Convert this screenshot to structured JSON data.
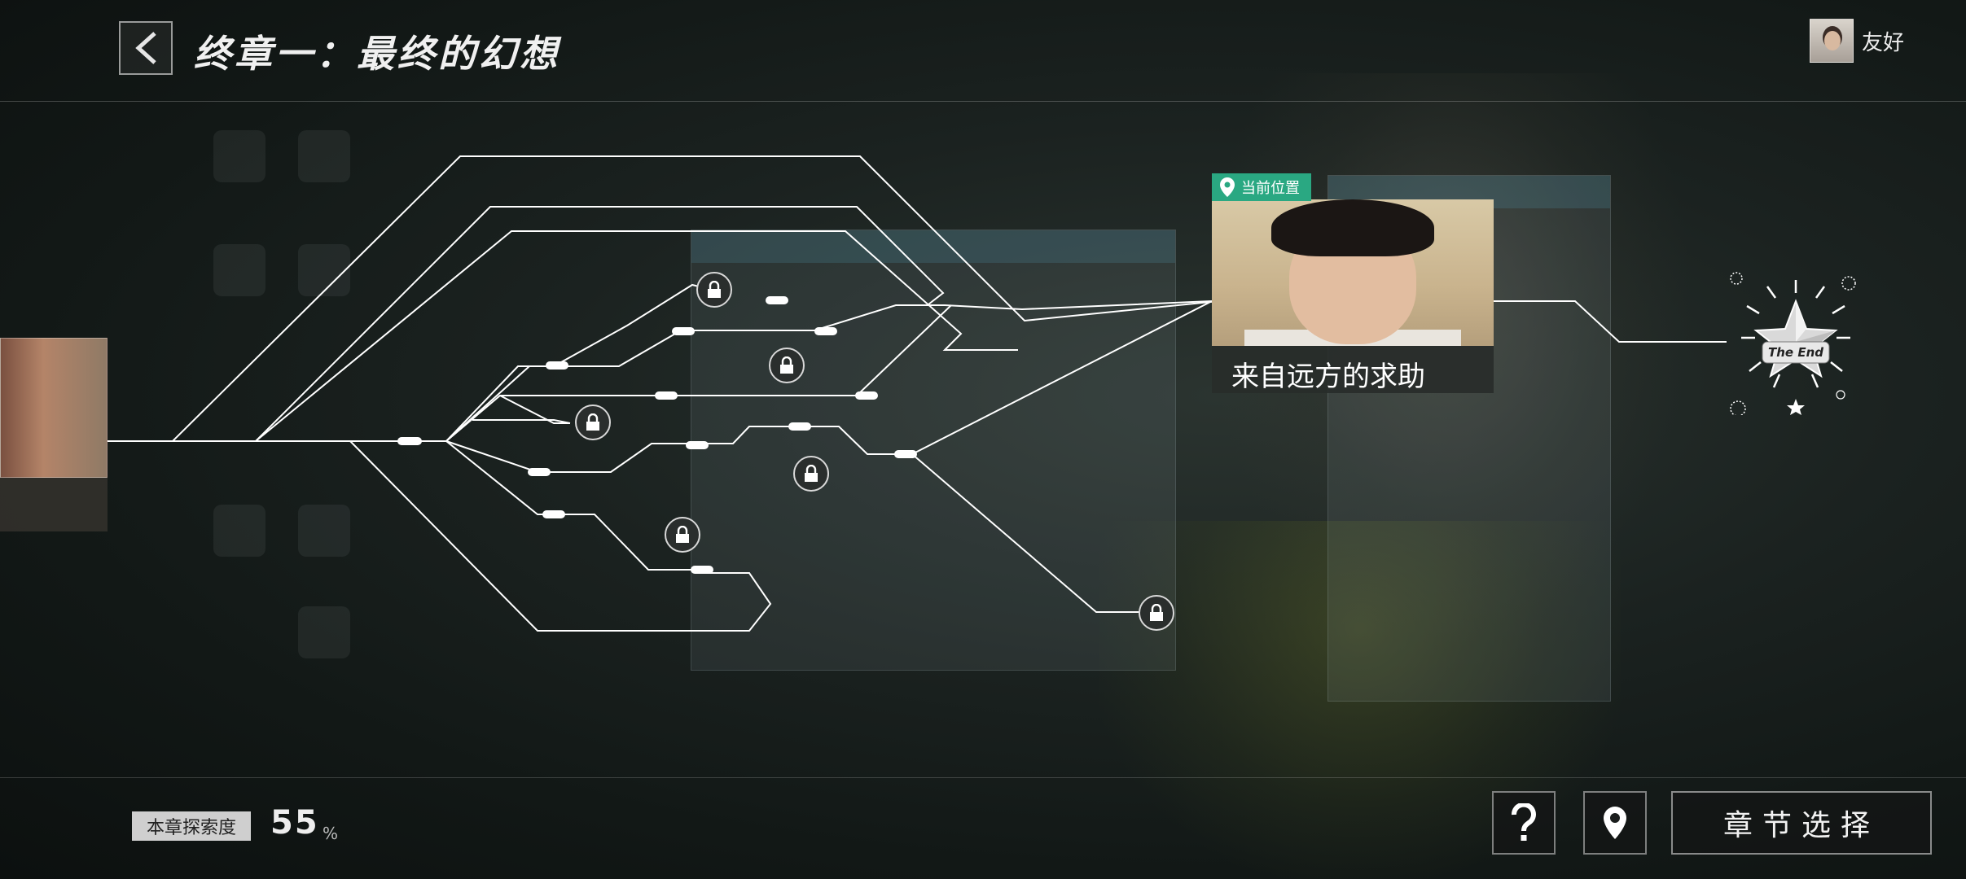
{
  "header": {
    "title": "终章一：最终的幻想",
    "relation_label": "友好"
  },
  "story_map": {
    "current_node": {
      "badge": "当前位置",
      "title": "来自远方的求助"
    },
    "end_node": {
      "label": "The End"
    },
    "locked_nodes": 6
  },
  "footer": {
    "explore_label": "本章探索度",
    "explore_value": "55",
    "explore_unit": "%",
    "chapter_button": "章节选择"
  },
  "colors": {
    "accent_green": "#2aa882",
    "line": "#ffffff"
  }
}
